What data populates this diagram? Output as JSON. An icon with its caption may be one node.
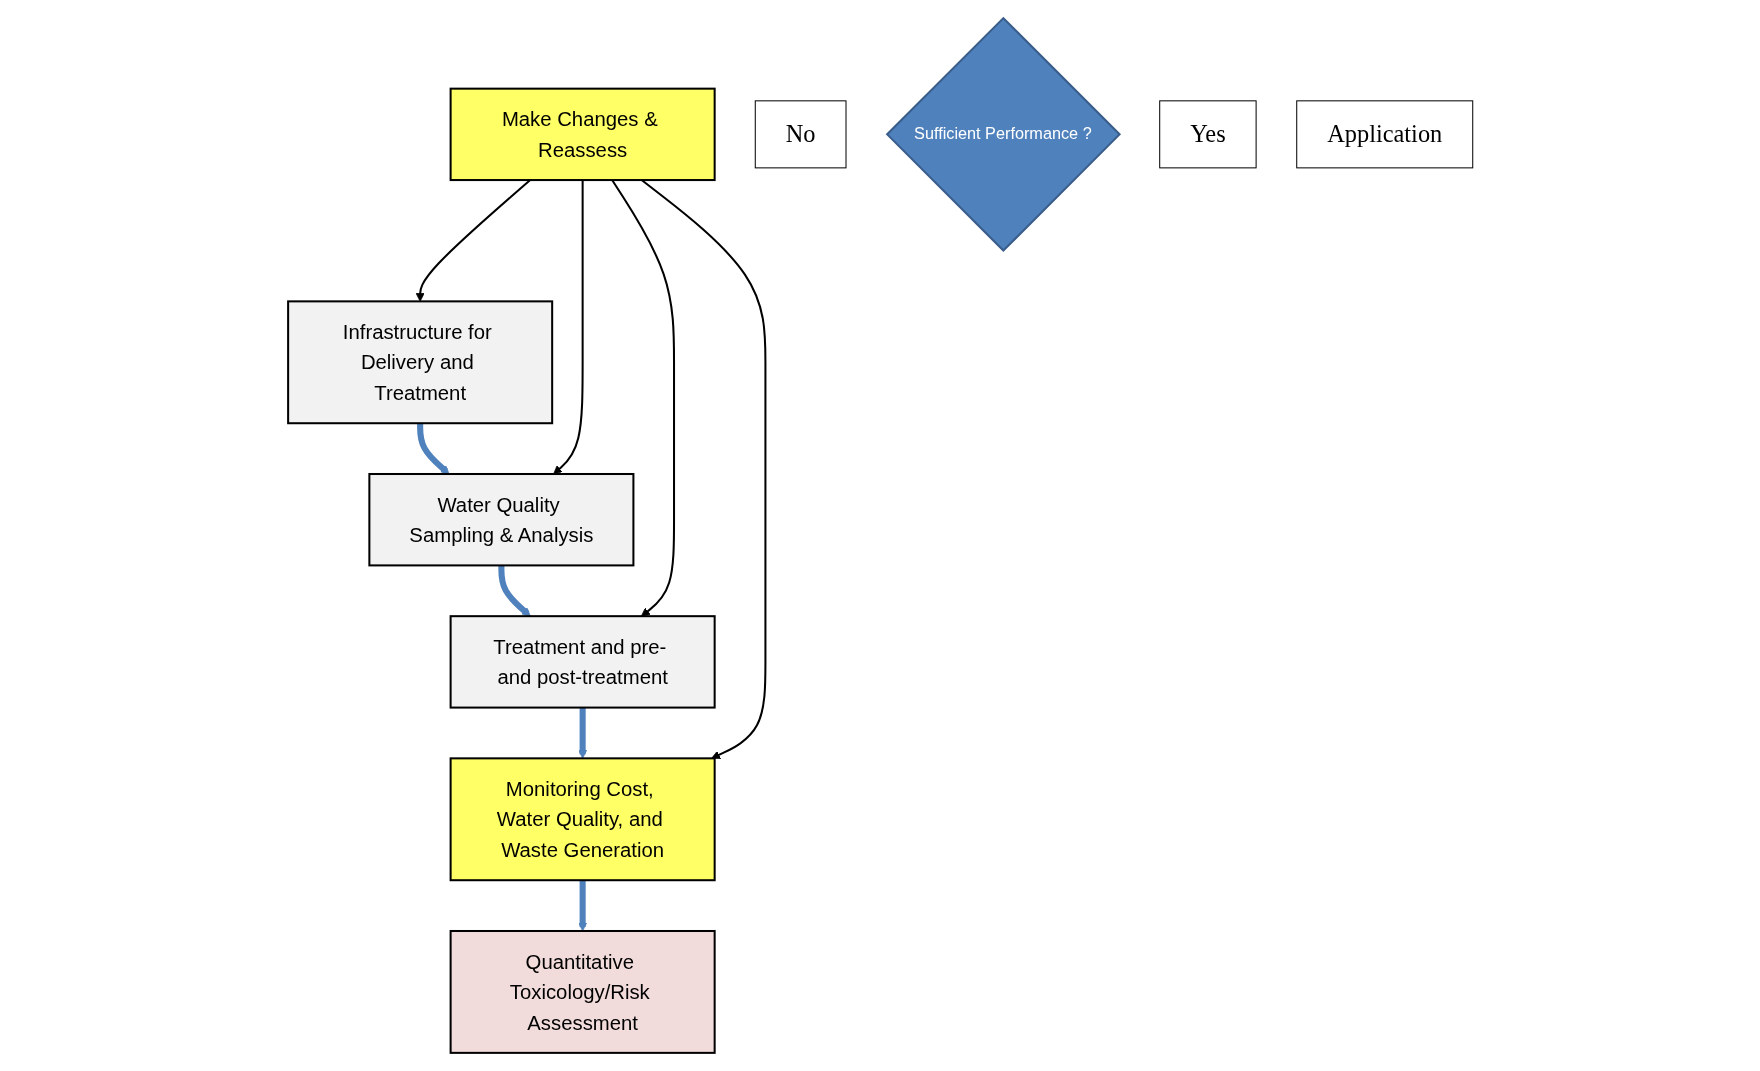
{
  "diagram": {
    "nodes": [
      {
        "text": [
          "Infrastructure for Delivery and Treatment"
        ]
      },
      {
        "text": [
          "Water Quality Sampling & Analysis"
        ]
      },
      {
        "text": [
          "Treatment and pre- and post-treatment"
        ]
      },
      {
        "text": [
          "Monitoring Cost, Water Quality, and Waste Generation"
        ]
      },
      {
        "text": [
          "Quantitative Toxicology/Risk Assessment"
        ]
      },
      {
        "text": [
          "Make Changes & Reassess"
        ]
      },
      {
        "text": [
          "No"
        ]
      },
      {
        "text": [
          "Sufficient Performance ?"
        ]
      },
      {
        "text": [
          "Yes"
        ]
      },
      {
        "text": [
          "Application"
        ]
      }
    ],
    "edges": [
      {
        "from": 0,
        "to": 1,
        "arrow": "to",
        "style": "thick",
        "color": "#4f81bd"
      },
      {
        "from": 1,
        "to": 2,
        "arrow": "to",
        "style": "thick",
        "color": "#4f81bd"
      },
      {
        "from": 2,
        "to": 3,
        "arrow": "to",
        "style": "thick",
        "color": "#4f81bd"
      },
      {
        "from": 3,
        "to": 4,
        "arrow": "to",
        "style": "thick",
        "color": "#4f81bd"
      },
      {
        "from": 5,
        "to": 0,
        "arrow": "to",
        "color": "#000000"
      },
      {
        "from": 5,
        "to": 1,
        "arrow": "to",
        "color": "#000000"
      },
      {
        "from": 5,
        "to": 2,
        "arrow": "to",
        "color": "#000000"
      },
      {
        "from": 5,
        "to": 3,
        "arrow": "to",
        "color": "#000000"
      }
    ]
  }
}
